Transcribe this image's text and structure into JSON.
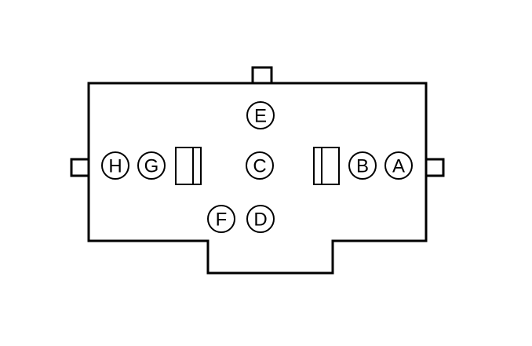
{
  "connector": {
    "pins": [
      {
        "id": "pin-a",
        "label": "A"
      },
      {
        "id": "pin-b",
        "label": "B"
      },
      {
        "id": "pin-c",
        "label": "C"
      },
      {
        "id": "pin-d",
        "label": "D"
      },
      {
        "id": "pin-e",
        "label": "E"
      },
      {
        "id": "pin-f",
        "label": "F"
      },
      {
        "id": "pin-g",
        "label": "G"
      },
      {
        "id": "pin-h",
        "label": "H"
      }
    ]
  },
  "colors": {
    "stroke": "#000000",
    "background": "#ffffff"
  }
}
